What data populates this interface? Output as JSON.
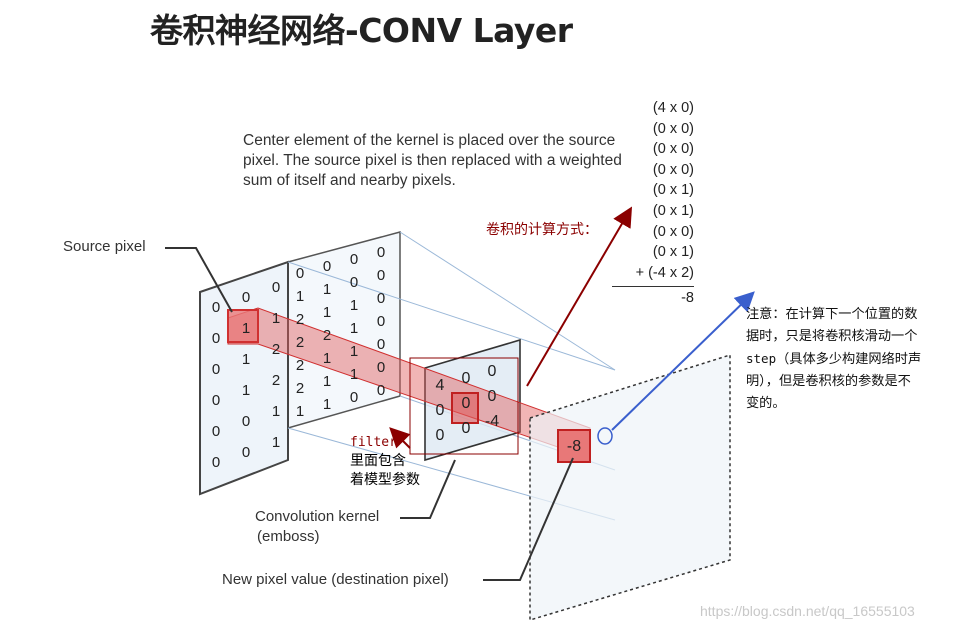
{
  "title": "卷积神经网络-CONV Layer",
  "description": "Center element of the kernel is placed over the source pixel. The source pixel is then replaced with a weighted sum of itself and nearby pixels.",
  "calculation": {
    "terms": [
      "(4 x 0)",
      "(0 x 0)",
      "(0 x 0)",
      "(0 x 0)",
      "(0 x 1)",
      "(0 x 1)",
      "(0 x 0)",
      "(0 x 1)",
      "+ (-4 x 2)"
    ],
    "result": "-8"
  },
  "labels": {
    "source_pixel": "Source pixel",
    "kernel_line1": "Convolution kernel",
    "kernel_line2": "(emboss)",
    "new_pixel": "New pixel value (destination pixel)"
  },
  "annotations": {
    "calc_method": "卷积的计算方式：",
    "filter_word": "filter",
    "filter_line2": "里面包含",
    "filter_line3": "着模型参数",
    "note_lines": [
      "注意：在计算下一个位置的数",
      "据时，只是将卷积核滑动一个",
      "（具体多少构建网络时声",
      "明），但是卷积核的参数是不",
      "变的。"
    ],
    "note_step": "step"
  },
  "kernel_values": [
    [
      "4",
      "0",
      "0"
    ],
    [
      "0",
      "0",
      "0"
    ],
    [
      "0",
      "0",
      "-4"
    ]
  ],
  "destination_value": "-8",
  "front_grid": [
    [
      "0",
      "0",
      "0",
      "",
      ""
    ],
    [
      "0",
      "1",
      "1",
      "",
      ""
    ],
    [
      "0",
      "1",
      "2",
      "",
      ""
    ],
    [
      "0",
      "1",
      "2",
      "",
      ""
    ],
    [
      "0",
      "0",
      "1",
      "",
      ""
    ],
    [
      "0",
      "0",
      "1",
      "",
      ""
    ]
  ],
  "back_grid": [
    [
      "0",
      "0",
      "0",
      "0"
    ],
    [
      "1",
      "1",
      "0",
      "0"
    ],
    [
      "2",
      "1",
      "1",
      "0"
    ],
    [
      "2",
      "2",
      "1",
      "0"
    ],
    [
      "2",
      "1",
      "1",
      "0"
    ],
    [
      "2",
      "1",
      "1",
      "0"
    ],
    [
      "1",
      "1",
      "0",
      "0"
    ]
  ],
  "watermark": "https://blog.csdn.net/qq_16555103",
  "colors": {
    "annotation_red": "#8b0000",
    "arrow_blue": "#3a5fcd",
    "highlight": "#e05a5a"
  }
}
